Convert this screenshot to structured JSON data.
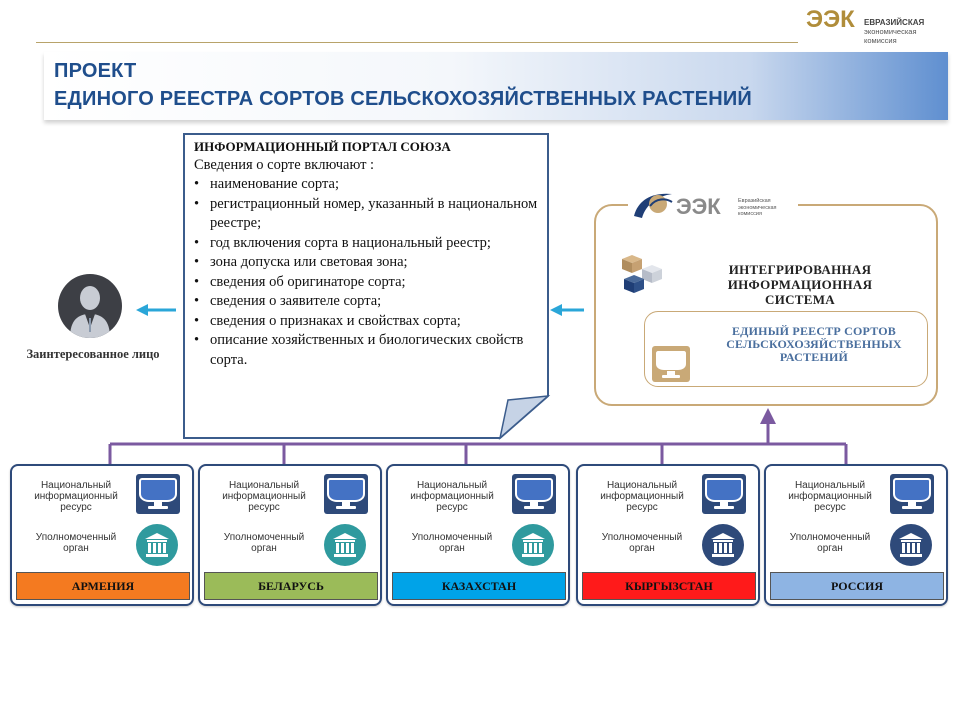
{
  "header": {
    "logo_mark": "ЭЭК",
    "logo_line1": "ЕВРАЗИЙСКАЯ",
    "logo_line2": "экономическая",
    "logo_line3": "комиссия"
  },
  "title": {
    "line1": "ПРОЕКТ",
    "line2": "ЕДИНОГО РЕЕСТРА СОРТОВ СЕЛЬСКОХОЗЯЙСТВЕННЫХ  РАСТЕНИЙ"
  },
  "portal": {
    "heading": "ИНФОРМАЦИОННЫЙ  ПОРТАЛ  СОЮЗА",
    "intro": "Сведения о сорте включают :",
    "items": [
      "наименование сорта;",
      "регистрационный номер, указанный в национальном реестре;",
      "год включения сорта в национальный реестр;",
      "зона допуска или световая зона;",
      "сведения об оригинаторе сорта;",
      "сведения о заявителе сорта;",
      "сведения о признаках и свойствах сорта;",
      "описание хозяйственных и биологических свойств сорта."
    ]
  },
  "person": {
    "label": "Заинтересованное лицо"
  },
  "system": {
    "logo_mark": "ЭЭК",
    "logo_sub1": "Евразийская",
    "logo_sub2": "экономическая",
    "logo_sub3": "комиссия",
    "title": "ИНТЕГРИРОВАННАЯ ИНФОРМАЦИОННАЯ СИСТЕМА",
    "registry": "ЕДИНЫЙ  РЕЕСТР  СОРТОВ СЕЛЬСКОХОЗЯЙСТВЕННЫХ РАСТЕНИЙ"
  },
  "cards": {
    "resource_label": "Национальный информационный ресурс",
    "org_label": "Уполномоченный орган",
    "countries": [
      {
        "name": "АРМЕНИЯ",
        "color": "#f47a20"
      },
      {
        "name": "БЕЛАРУСЬ",
        "color": "#9bbb59"
      },
      {
        "name": "КАЗАХСТАН",
        "color": "#00a3e8"
      },
      {
        "name": "КЫРГЫЗСТАН",
        "color": "#ff1a1a"
      },
      {
        "name": "РОССИЯ",
        "color": "#8eb4e3"
      }
    ]
  },
  "colors": {
    "title_blue": "#1f4e8c",
    "card_border": "#2e4a7a",
    "connector_purple": "#7b5aa0",
    "arrow_blue": "#2aa6d8",
    "gold": "#c9a977"
  }
}
